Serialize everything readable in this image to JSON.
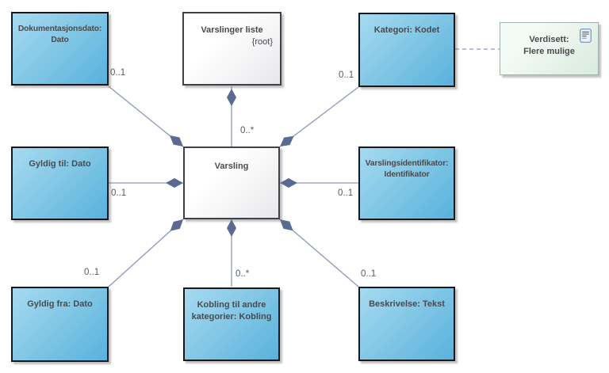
{
  "diagram": {
    "nodes": {
      "dokumentasjonsdato": {
        "name": "Dokumentasjonsdato: Dato"
      },
      "varslinger_liste": {
        "name": "Varslinger liste",
        "stereotype": "{root}"
      },
      "kategori": {
        "name": "Kategori: Kodet"
      },
      "verdisett": {
        "line1": "Verdisett:",
        "line2": "Flere mulige",
        "icon": "document-icon"
      },
      "gyldig_til": {
        "name": "Gyldig til: Dato"
      },
      "varsling": {
        "name": "Varsling"
      },
      "varslingsidentifikator": {
        "name": "Varslingsidentifikator: Identifikator"
      },
      "gyldig_fra": {
        "name": "Gyldig fra: Dato"
      },
      "kobling": {
        "name": "Kobling til andre kategorier: Kobling"
      },
      "beskrivelse": {
        "name": "Beskrivelse: Tekst"
      }
    },
    "multiplicities": {
      "dokumentasjonsdato": "0..1",
      "varslinger_liste": "0..*",
      "kategori": "0..1",
      "gyldig_til": "0..1",
      "varslingsidentifikator": "0..1",
      "gyldig_fra": "0..1",
      "kobling": "0..*",
      "beskrivelse": "0..1"
    },
    "colors": {
      "attribute_fill_light": "#a6daf0",
      "attribute_fill_dark": "#58b2dd",
      "attribute_border": "#17171f",
      "class_fill_light": "#ffffff",
      "class_fill_dark": "#e8e8eb",
      "class_border": "#40404a",
      "note_fill_light": "#f4faf5",
      "note_fill_dark": "#d8ebde",
      "note_border": "#a3b2a9",
      "connector_line": "#8d97ba",
      "diamond_fill": "#5a6a91",
      "text": "#494a50",
      "multiplicity_text": "#55585e",
      "background": "#ffffff"
    }
  }
}
